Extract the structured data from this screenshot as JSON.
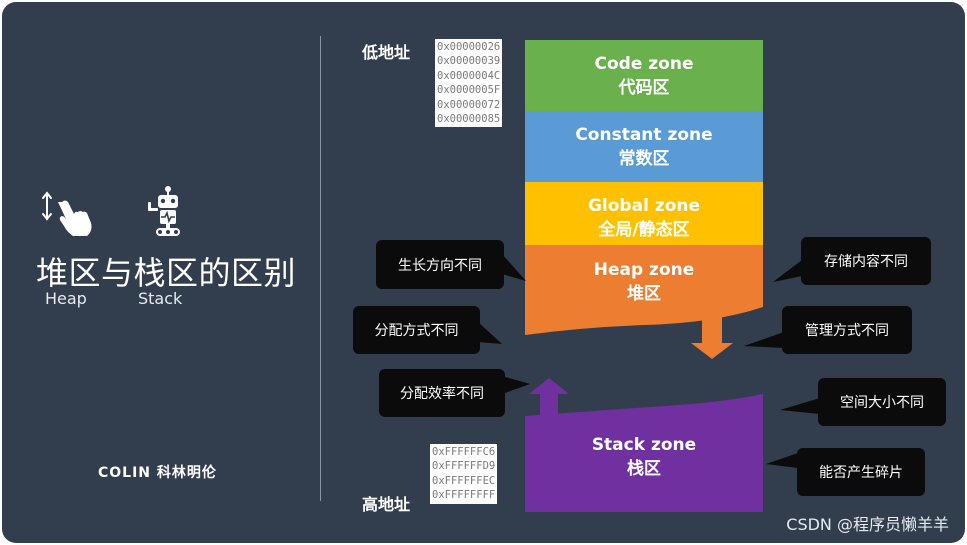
{
  "title": "堆区与栈区的区别",
  "labels": {
    "heap": "Heap",
    "stack": "Stack"
  },
  "brand": "COLIN 科林明伦",
  "address_labels": {
    "low": "低地址",
    "high": "高地址"
  },
  "low_addresses": [
    "0x00000026",
    "0x00000039",
    "0x0000004C",
    "0x0000005F",
    "0x00000072",
    "0x00000085"
  ],
  "high_addresses": [
    "0xFFFFFFC6",
    "0xFFFFFFD9",
    "0xFFFFFFEC",
    "0xFFFFFFFF"
  ],
  "zones": [
    {
      "name": "Code zone",
      "cn": "代码区",
      "color": "#6ab04c"
    },
    {
      "name": "Constant zone",
      "cn": "常数区",
      "color": "#5b9bd5"
    },
    {
      "name": "Global zone",
      "cn": "全局/静态区",
      "color": "#ffc000"
    },
    {
      "name": "Heap zone",
      "cn": "堆区",
      "color": "#ed7d31"
    },
    {
      "name": "Stack zone",
      "cn": "栈区",
      "color": "#7030a0"
    }
  ],
  "callouts": {
    "growth": "生长方向不同",
    "storage": "存储内容不同",
    "alloc_method": "分配方式不同",
    "manage": "管理方式不同",
    "alloc_eff": "分配效率不同",
    "space": "空间大小不同",
    "frag": "能否产生碎片"
  },
  "watermark": "CSDN @程序员懒羊羊"
}
